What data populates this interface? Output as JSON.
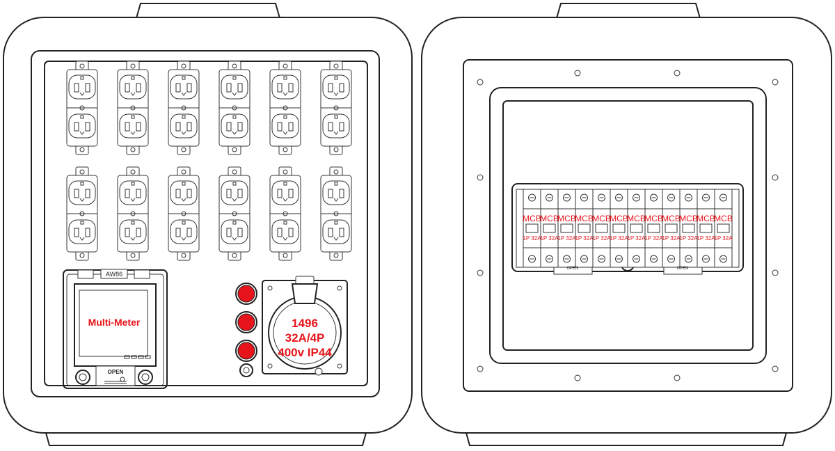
{
  "front_panel": {
    "outlet_rows": 2,
    "outlets_per_row": 6,
    "meter": {
      "badge": "AW86",
      "screen_label": "Multi-Meter",
      "latch_label": "OPEN"
    },
    "indicator_lamps": 3,
    "indicator_color": "#e8141b",
    "socket_label": [
      "1496",
      "32A/4P",
      "400v IP44"
    ]
  },
  "back_panel": {
    "breaker_count": 12,
    "breaker_label": "MCB",
    "breaker_rating": "1P 32A",
    "latch_label": "OPEN"
  },
  "colors": {
    "line": "#222222",
    "label_red": "#e8141b",
    "background": "#ffffff"
  }
}
